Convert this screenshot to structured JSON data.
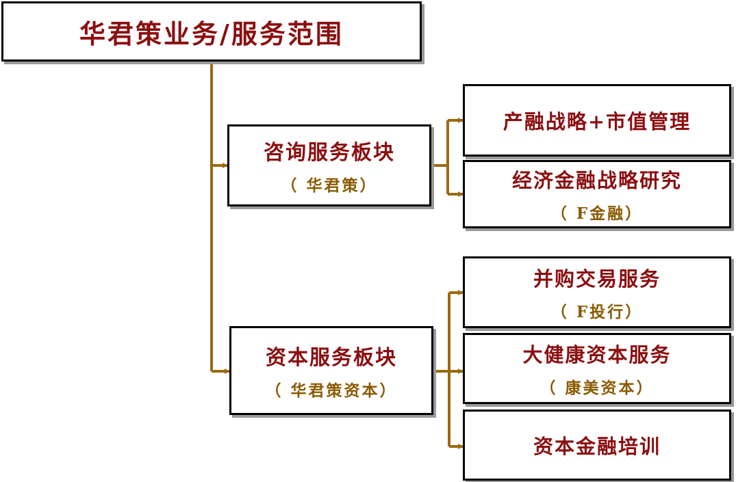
{
  "colors": {
    "title_text": "#8b0f10",
    "subtitle_text": "#8a5a00",
    "connector": "#9a6a10",
    "box_border": "#000000"
  },
  "root": {
    "title": "华君策业务/服务范围"
  },
  "consulting": {
    "title": "咨询服务板块",
    "subtitle": "（ 华君策）",
    "children": [
      {
        "title": "产融战略+市值管理"
      },
      {
        "title": "经济金融战略研究",
        "subtitle": "（ F金融）"
      }
    ]
  },
  "capital": {
    "title": "资本服务板块",
    "subtitle": "（ 华君策资本）",
    "children": [
      {
        "title": "并购交易服务",
        "subtitle": "（ F投行）"
      },
      {
        "title": "大健康资本服务",
        "subtitle": "（ 康美资本）"
      },
      {
        "title": "资本金融培训"
      }
    ]
  }
}
